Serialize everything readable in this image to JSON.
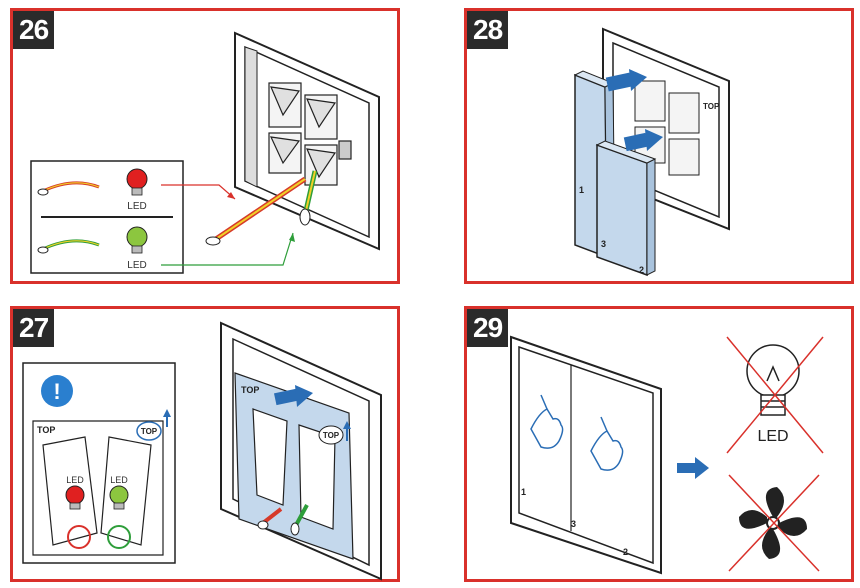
{
  "steps": [
    {
      "number": "26"
    },
    {
      "number": "28"
    },
    {
      "number": "27"
    },
    {
      "number": "29"
    }
  ],
  "labels": {
    "led": "LED",
    "top": "TOP",
    "rocker_1": "1",
    "rocker_2": "2",
    "rocker_3": "3",
    "info": "!"
  },
  "colors": {
    "frame_red": "#d9312b",
    "arrow_blue": "#2a6db5",
    "cover_blue": "#c4d8ec",
    "bulb_red": "#e02020",
    "bulb_green": "#8cc63f",
    "wire_green": "#2e9e3a"
  },
  "icons": [
    "info-icon",
    "bulb-icon",
    "hand-press-icon",
    "fan-icon",
    "cross-icon"
  ]
}
